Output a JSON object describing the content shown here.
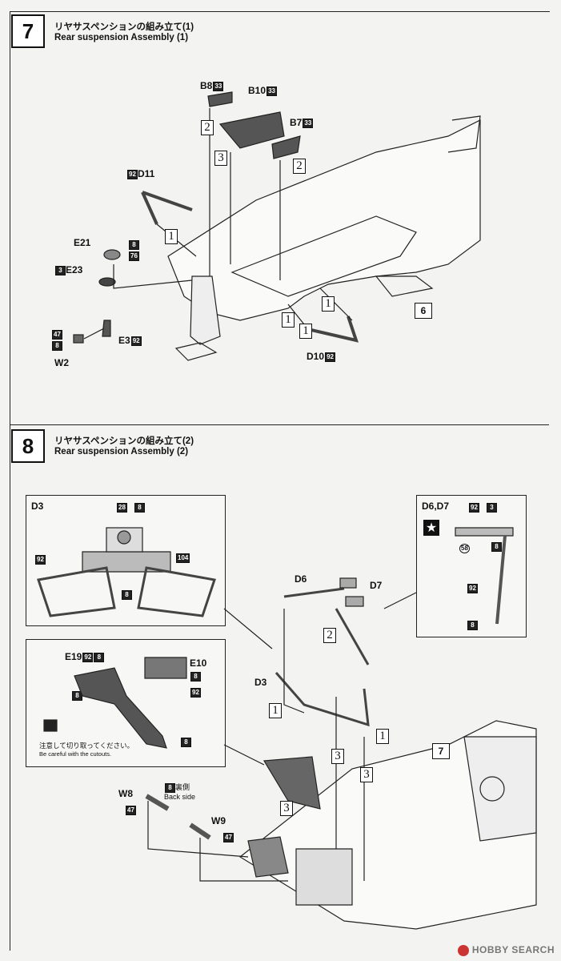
{
  "step7": {
    "number": "7",
    "title_jp": "リヤサスペンションの組み立て(1)",
    "title_en": "Rear suspension Assembly (1)",
    "parts": {
      "b8": {
        "label": "B8",
        "badge": "33"
      },
      "b10": {
        "label": "B10",
        "badge": "33"
      },
      "b7": {
        "label": "B7",
        "badge": "33"
      },
      "d11": {
        "pre_badge": "92",
        "label": "D11"
      },
      "e21": {
        "label": "E21",
        "badges": [
          "8",
          "76"
        ]
      },
      "e23": {
        "pre_badge": "3",
        "label": "E23"
      },
      "e3": {
        "label": "E3",
        "badge": "92"
      },
      "w2": {
        "label": "W2",
        "badges": [
          "47",
          "8"
        ]
      },
      "d10": {
        "label": "D10",
        "badge": "92"
      }
    },
    "ref_step": "6",
    "numbers": [
      "2",
      "3",
      "2",
      "1",
      "1",
      "1",
      "1"
    ]
  },
  "step8": {
    "number": "8",
    "title_jp": "リヤサスペンションの組み立て(2)",
    "title_en": "Rear suspension Assembly (2)",
    "inset_d3": {
      "label": "D3",
      "badges": [
        "28",
        "8",
        "104",
        "92",
        "8"
      ]
    },
    "inset_e": {
      "e19": {
        "label": "E19",
        "badges": [
          "92",
          "8"
        ]
      },
      "e10": {
        "label": "E10",
        "badges": [
          "8",
          "92",
          "8"
        ]
      },
      "bottom_badge": "8",
      "caution_jp": "注意して切り取ってください。",
      "caution_en": "Be careful with the cutouts."
    },
    "inset_d6d7": {
      "label": "D6,D7",
      "badges": [
        "92",
        "3",
        "58",
        "8",
        "92",
        "8"
      ]
    },
    "parts": {
      "d6": "D6",
      "d7": "D7",
      "d3": "D3",
      "w8": {
        "label": "W8",
        "badge": "47"
      },
      "w9": {
        "label": "W9",
        "badge": "47"
      },
      "back_side": {
        "badge": "8",
        "jp": "裏側",
        "en": "Back side"
      }
    },
    "ref_step": "7",
    "numbers": [
      "2",
      "1",
      "1",
      "3",
      "3",
      "3"
    ]
  },
  "watermark": "HOBBY SEARCH"
}
